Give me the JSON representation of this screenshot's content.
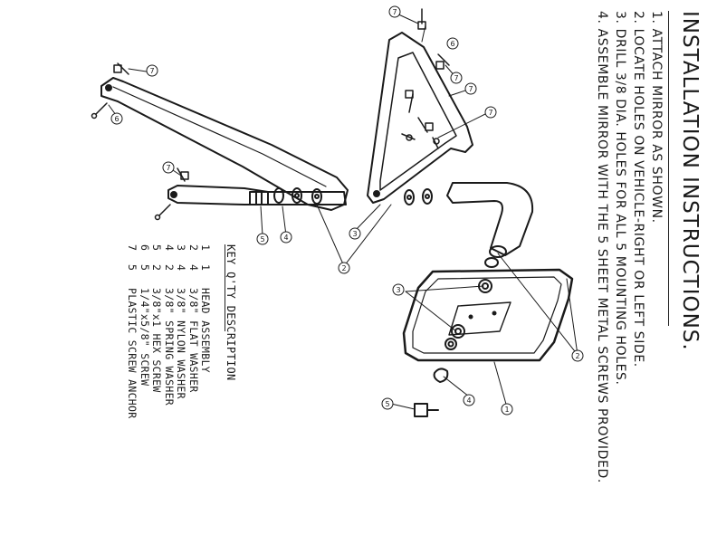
{
  "title": "INSTALLATION INSTRUCTIONS.",
  "steps": [
    "1.  ATTACH MIRROR AS SHOWN.",
    "2.  LOCATE HOLES ON VEHICLE-RIGHT OR LEFT SIDE.",
    "3.  DRILL  3/8 DIA. HOLES FOR ALL 5 MOUNTING HOLES.",
    "4.  ASSEMBLE MIRROR WITH THE 5 SHEET METAL SCREWS PROVIDED."
  ],
  "key": {
    "header": "KEY   Q'TY  DESCRIPTION",
    "rows": [
      {
        "num": "1",
        "qty": "1",
        "desc": "HEAD ASSEMBLY"
      },
      {
        "num": "2",
        "qty": "4",
        "desc": "3/8\" FLAT WASHER"
      },
      {
        "num": "3",
        "qty": "4",
        "desc": "3/8\" NYLON WASHER"
      },
      {
        "num": "4",
        "qty": "2",
        "desc": "3/8\" SPRING WASHER"
      },
      {
        "num": "5",
        "qty": "2",
        "desc": "3/8\"x1 HEX SCREW"
      },
      {
        "num": "6",
        "qty": "5",
        "desc": "1/4\"x5/8\" SCREW"
      },
      {
        "num": "7",
        "qty": "5",
        "desc": "PLASTIC SCREW ANCHOR"
      }
    ]
  },
  "callouts": [
    "1",
    "2",
    "3",
    "4",
    "5",
    "6",
    "7"
  ]
}
